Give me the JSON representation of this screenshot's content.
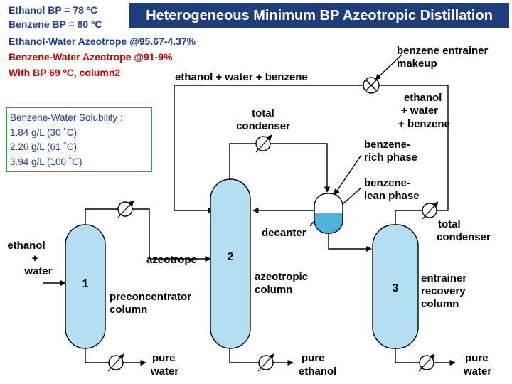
{
  "header": {
    "title": "Heterogeneous Minimum BP Azeotropic Distillation",
    "ethanol_bp": "Ethanol BP = 78 ºC",
    "benzene_bp": "Benzene BP = 80 ºC",
    "ethanol_water_azeotrope": "Ethanol-Water Azeotrope @95.67-4.37%",
    "benzene_water_azeotrope": "Benzene-Water Azeotrope @91-9%",
    "bp_note": "With BP 69 ºC, column2"
  },
  "solubility": {
    "heading": "Benzene-Water Solubility :",
    "rows": [
      "1.84 g/L (30 ˚C)",
      "2.26 g/L (61 ˚C)",
      "3.94 g/L (100 ˚C)"
    ]
  },
  "diagram": {
    "feed_line1": "ethanol",
    "feed_line2": "+",
    "feed_line3": "water",
    "column1_number": "1",
    "column1_line1": "preconcentrator",
    "column1_line2": "column",
    "azeotrope": "azeotrope",
    "column2_number": "2",
    "column2_line1": "azeotropic",
    "column2_line2": "column",
    "column3_number": "3",
    "column3_line1": "entrainer",
    "column3_line2": "recovery",
    "column3_line3": "column",
    "recycle_stream": "ethanol + water + benzene",
    "makeup_line1": "benzene entrainer",
    "makeup_line2": "makeup",
    "mixture_line1": "ethanol",
    "mixture_line2": "+ water",
    "mixture_line3": "+ benzene",
    "condenser1_line1": "total",
    "condenser1_line2": "condenser",
    "rich_line1": "benzene-",
    "rich_line2": "rich phase",
    "lean_line1": "benzene-",
    "lean_line2": "lean phase",
    "decanter": "decanter",
    "condenser2_line1": "total",
    "condenser2_line2": "condenser",
    "bottom1_line1": "pure",
    "bottom1_line2": "water",
    "bottom2_line1": "pure",
    "bottom2_line2": "ethanol",
    "bottom3_line1": "pure",
    "bottom3_line2": "water"
  },
  "colors": {
    "title_background": "#1f3d7a",
    "info_text_blue": "#1f3f9a",
    "info_text_red": "#d00000",
    "solubility_border": "#27a33a",
    "column_fill": "#b3dff1",
    "decanter_water": "#4fb3d9"
  },
  "icons": [
    "heat-exchanger-icon",
    "valve-icon",
    "decanter-vessel-icon"
  ]
}
